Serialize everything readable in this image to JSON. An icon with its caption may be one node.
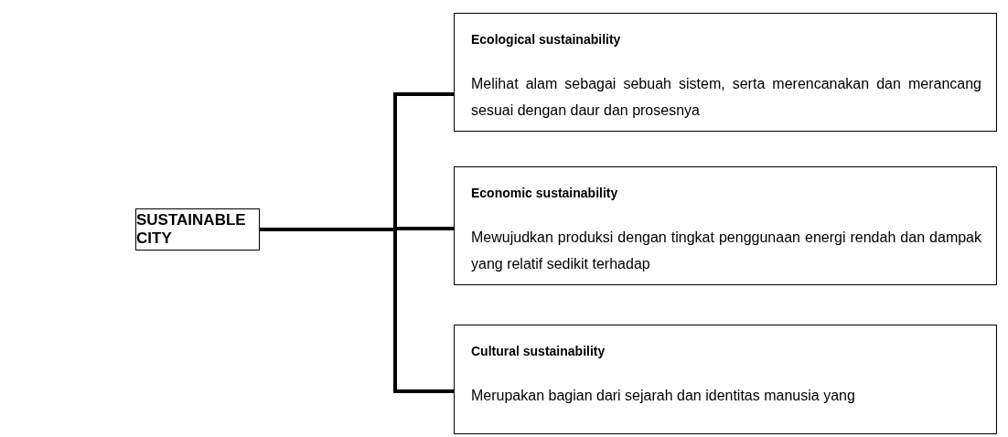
{
  "diagram": {
    "nodes": [
      {
        "text": [
          "SUSTAINABLE CITY"
        ]
      },
      {
        "text": [
          "Ecological sustainability",
          "Melihat alam sebagai sebuah sistem, serta merencanakan dan merancang sesuai dengan daur dan prosesnya"
        ]
      },
      {
        "text": [
          "Economic sustainability",
          "Mewujudkan produksi dengan tingkat penggunaan energi rendah dan dampak yang relatif sedikit terhadap"
        ]
      },
      {
        "text": [
          "Cultural sustainability",
          "Merupakan bagian dari sejarah dan identitas manusia yang"
        ]
      }
    ],
    "edges": [
      {
        "from": 0,
        "to": 1,
        "arrow": "none"
      },
      {
        "from": 0,
        "to": 2,
        "arrow": "none"
      },
      {
        "from": 0,
        "to": 3,
        "arrow": "none"
      }
    ]
  }
}
